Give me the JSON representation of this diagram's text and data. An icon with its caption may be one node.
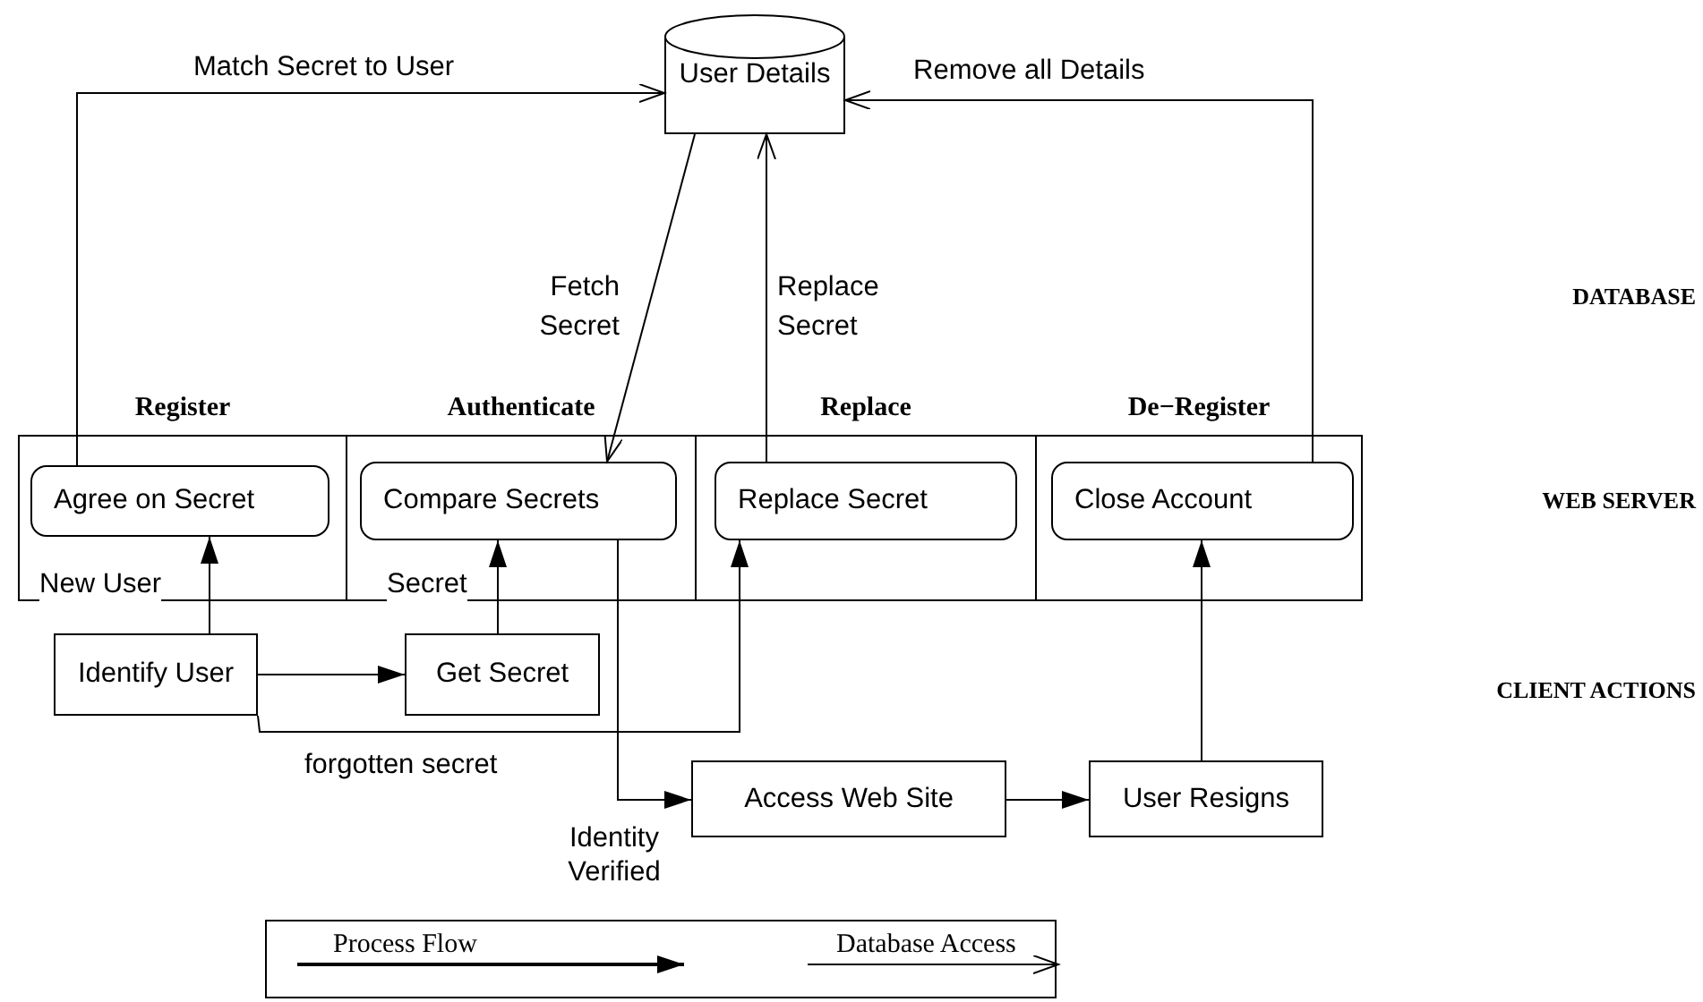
{
  "diagram": {
    "nodes": [
      {
        "text": [
          "User Details"
        ]
      },
      {
        "text": [
          "Register"
        ]
      },
      {
        "text": [
          "Agree on Secret"
        ],
        "in": 1
      },
      {
        "text": [
          "Authenticate"
        ]
      },
      {
        "text": [
          "Compare Secrets"
        ],
        "in": 3
      },
      {
        "text": [
          "Replace"
        ]
      },
      {
        "text": [
          "Replace Secret"
        ],
        "in": 5
      },
      {
        "text": [
          "De−Register"
        ]
      },
      {
        "text": [
          "Close Account"
        ],
        "in": 7
      },
      {
        "text": [
          "Identify User"
        ]
      },
      {
        "text": [
          "Get Secret"
        ]
      },
      {
        "text": [
          "Access Web Site"
        ]
      },
      {
        "text": [
          "User Resigns"
        ]
      }
    ],
    "edges": [
      {
        "from": 2,
        "to": 0,
        "arrow": "to",
        "label": "Match Secret to User"
      },
      {
        "from": 0,
        "to": 4,
        "arrow": "to",
        "label": "Fetch Secret"
      },
      {
        "from": 6,
        "to": 0,
        "arrow": "to",
        "label": "Replace Secret"
      },
      {
        "from": 8,
        "to": 0,
        "arrow": "to",
        "label": "Remove all Details"
      },
      {
        "from": 9,
        "to": 2,
        "arrow": "to",
        "label": "New User"
      },
      {
        "from": 9,
        "to": 10,
        "arrow": "to"
      },
      {
        "from": 10,
        "to": 4,
        "arrow": "to",
        "label": "Secret"
      },
      {
        "from": 9,
        "to": 6,
        "arrow": "to",
        "label": "forgotten secret"
      },
      {
        "from": 4,
        "to": 11,
        "arrow": "to",
        "label": "Identity Verified"
      },
      {
        "from": 11,
        "to": 12,
        "arrow": "to"
      },
      {
        "from": 12,
        "to": 8,
        "arrow": "to"
      }
    ],
    "labels": [
      "DATABASE",
      "WEB SERVER",
      "CLIENT ACTIONS"
    ],
    "legend": [
      {
        "text": "Process Flow"
      },
      {
        "text": "Database Access"
      }
    ]
  }
}
